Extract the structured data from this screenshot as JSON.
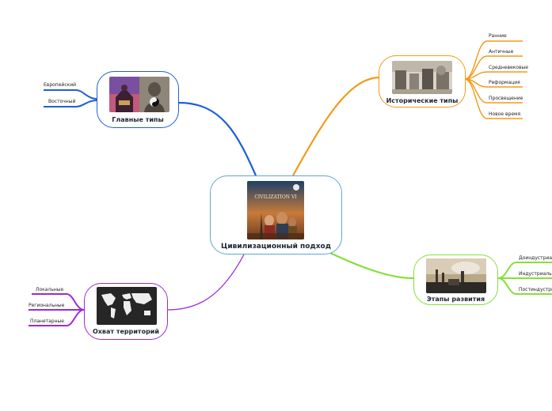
{
  "center": {
    "title": "Цивилизационный подход",
    "poster_text": "CIVILIZATION VI"
  },
  "branches": {
    "main_types": {
      "title": "Главные типы",
      "color": "#1f5fd6",
      "leaves": [
        "Европейский",
        "Восточный"
      ]
    },
    "historical": {
      "title": "Исторические типы",
      "color": "#f29a16",
      "leaves": [
        "Ранние",
        "Античные",
        "Средневековые",
        "Реформация",
        "Просвещение",
        "Новое время"
      ]
    },
    "stages": {
      "title": "Этапы развития",
      "color": "#86df3a",
      "leaves": [
        "Доиндустриал",
        "Индустриальн",
        "Постиндустриа"
      ]
    },
    "territory": {
      "title": "Охват территорий",
      "color": "#9a2ad8",
      "leaves": [
        "Локальные",
        "Региональные",
        "Планетарные"
      ]
    }
  },
  "colors": {
    "center_border": "#5ba7d9",
    "title_text": "#1c2433"
  }
}
